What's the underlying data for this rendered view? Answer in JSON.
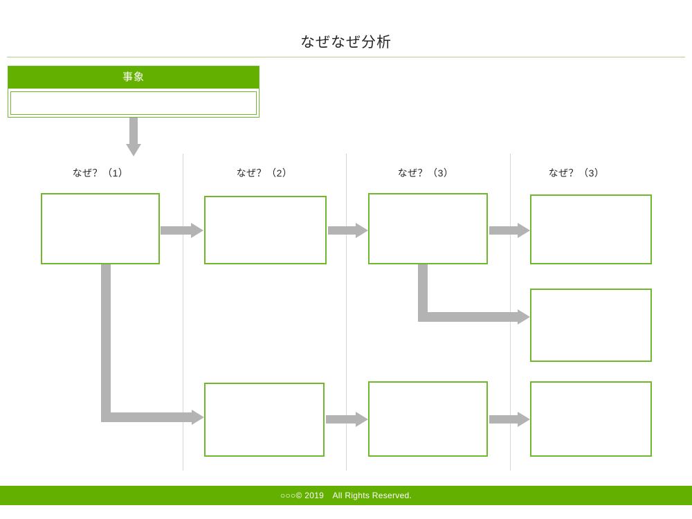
{
  "slide": {
    "title": "なぜなぜ分析",
    "background_color": "#ffffff",
    "accent_green": "#64b000",
    "border_green": "#6fb82e",
    "rule_green": "#b9d08b",
    "arrow_gray": "#b3b3b3",
    "divider_gray": "#d6d6d6"
  },
  "event": {
    "header_label": "事象",
    "body_text": ""
  },
  "columns": [
    {
      "label": "なぜ？（1）"
    },
    {
      "label": "なぜ？（2）"
    },
    {
      "label": "なぜ？（3）"
    },
    {
      "label": "なぜ？（3）"
    }
  ],
  "boxes": [
    {
      "id": "c1r1",
      "text": ""
    },
    {
      "id": "c2r1",
      "text": ""
    },
    {
      "id": "c3r1",
      "text": ""
    },
    {
      "id": "c4r1",
      "text": ""
    },
    {
      "id": "c4r2",
      "text": ""
    },
    {
      "id": "c2r3",
      "text": ""
    },
    {
      "id": "c3r3",
      "text": ""
    },
    {
      "id": "c4r3",
      "text": ""
    }
  ],
  "footer": {
    "text": "○○○© 2019　All Rights Reserved."
  }
}
